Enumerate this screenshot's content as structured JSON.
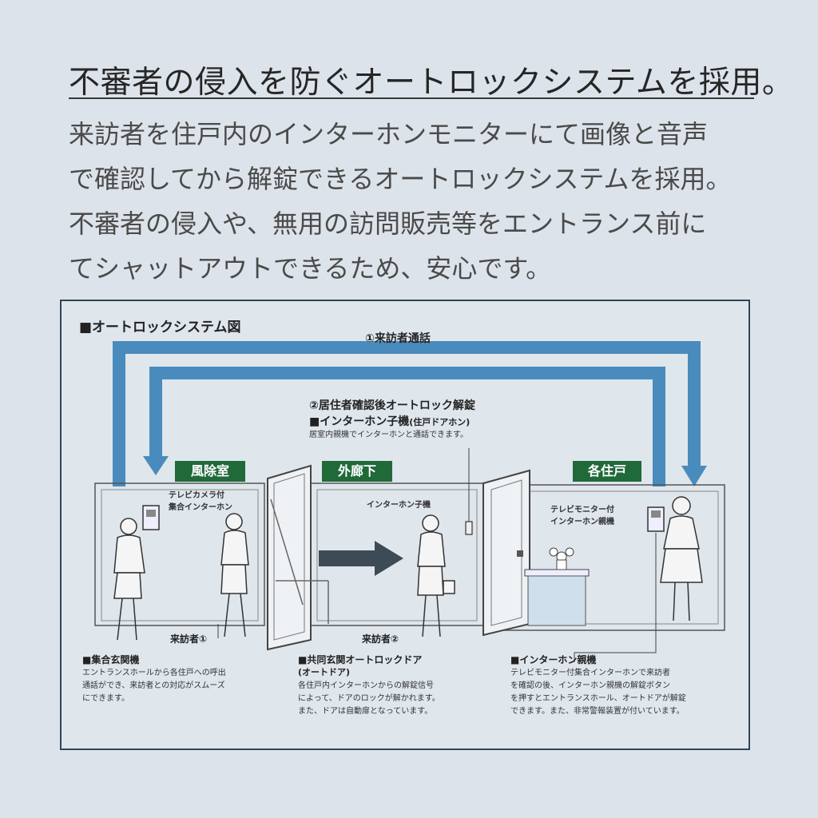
{
  "header": {
    "title": "不審者の侵入を防ぐオートロックシステムを採用。"
  },
  "intro": {
    "lines": [
      "来訪者を住戸内のインターホンモニターにて画像と音声",
      "で確認してから解錠できるオートロックシステムを採用。",
      "不審者の侵入や、無用の訪問販売等をエントランス前に",
      "てシャットアウトできるため、安心です。"
    ]
  },
  "diagram": {
    "title": "■オートロックシステム図",
    "step1": "①来訪者通話",
    "step2": "②居住者確認後オートロック解錠",
    "door_intercom_title": "■インターホン子機",
    "door_intercom_sub": "(住戸ドアホン)",
    "door_intercom_desc": "居室内親機でインターホンと通話できます。",
    "zones": {
      "windbreak": "風除室",
      "corridor": "外廊下",
      "unit": "各住戸"
    },
    "labels": {
      "camera_panel_1": "テレビカメラ付",
      "camera_panel_2": "集合インターホン",
      "door_sub_unit": "インターホン子機",
      "monitor_1": "テレビモニター付",
      "monitor_2": "インターホン親機",
      "visitor1": "来訪者①",
      "visitor2": "来訪者②"
    },
    "captions": {
      "entrance_title": "■集合玄関機",
      "entrance_desc_1": "エントランスホールから各住戸への呼出",
      "entrance_desc_2": "通話ができ、来訪者との対応がスムーズ",
      "entrance_desc_3": "にできます。",
      "autolock_title": "■共同玄関オートロックドア",
      "autolock_sub": "(オートドア)",
      "autolock_desc_1": "各住戸内インターホンからの解錠信号",
      "autolock_desc_2": "によって、ドアのロックが解かれます。",
      "autolock_desc_3": "また、ドアは自動扉となっています。",
      "master_title": "■インターホン親機",
      "master_desc_1": "テレビモニター付集合インターホンで来訪者",
      "master_desc_2": "を確認の後、インターホン親機の解錠ボタン",
      "master_desc_3": "を押すとエントランスホール、オートドアが解錠",
      "master_desc_4": "できます。また、非常警報装置が付いています。"
    },
    "colors": {
      "arrow_blue": "#4a8bbd",
      "tag_green": "#206a3a",
      "frame": "#2f4657"
    }
  }
}
